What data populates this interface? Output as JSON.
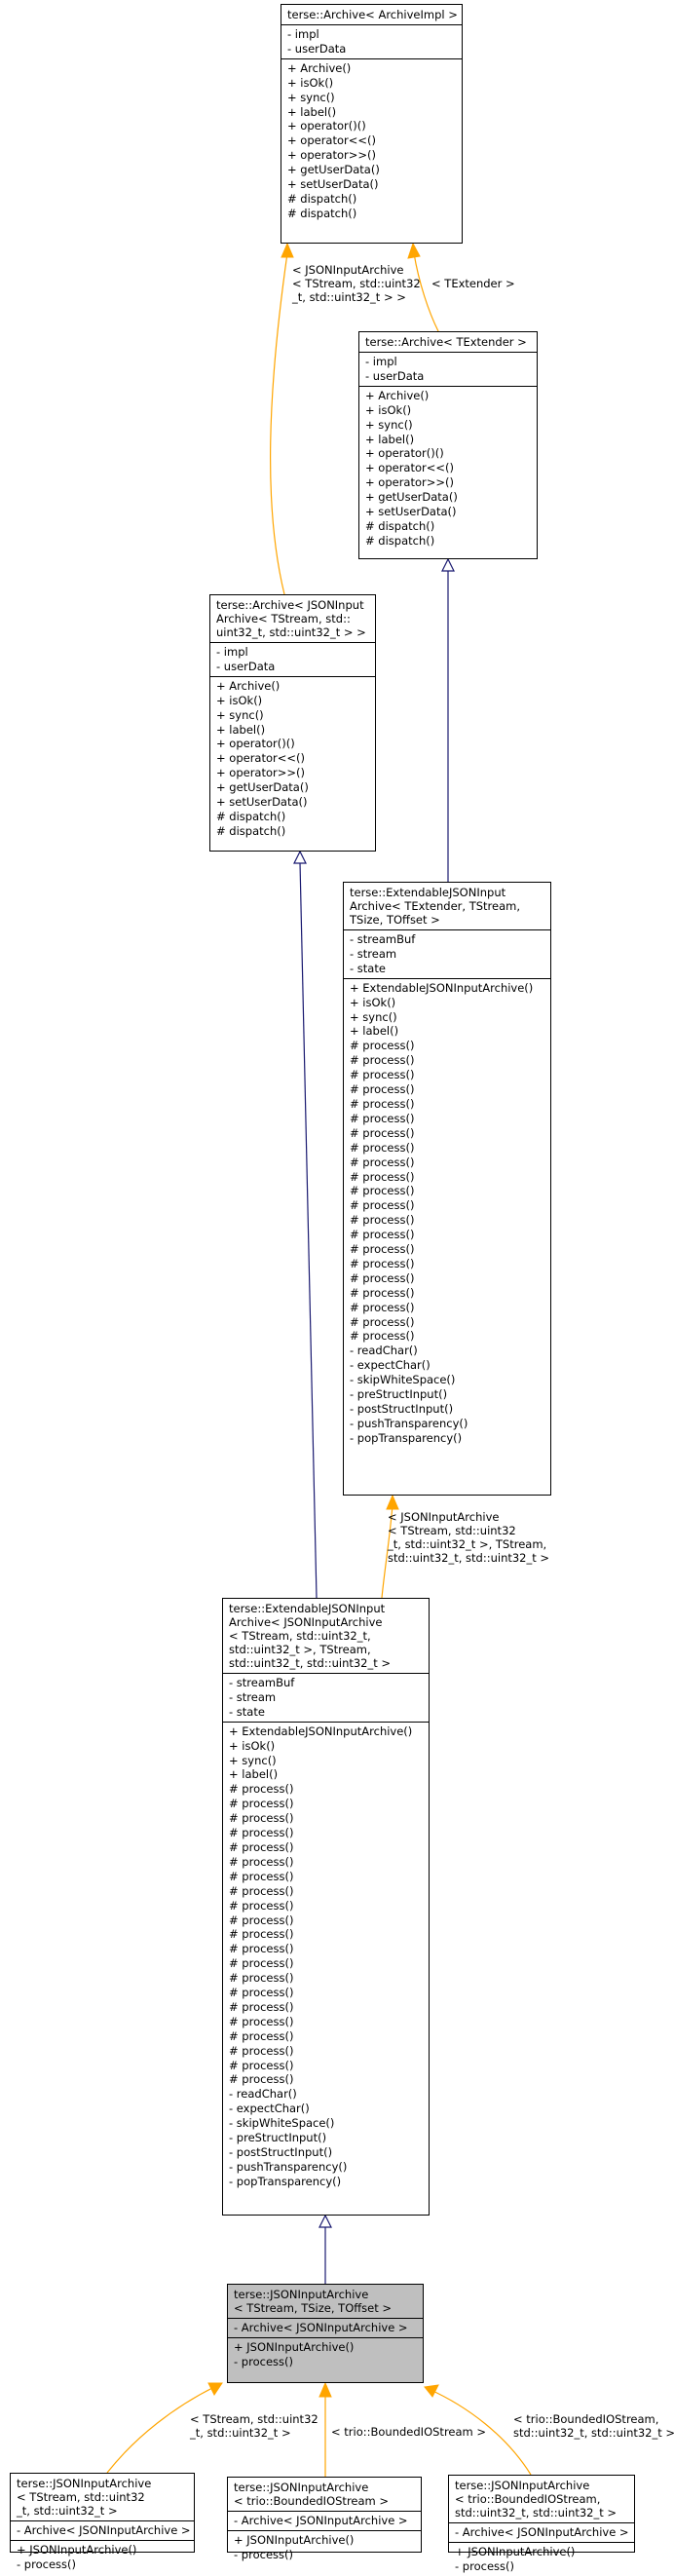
{
  "colors": {
    "inherit": "#191970",
    "template": "#ffa500",
    "highlight": "#bfbfbf"
  },
  "nodes": [
    {
      "id": "archive_impl",
      "title": [
        "terse::Archive< ArchiveImpl >"
      ],
      "attrs": [
        "- impl",
        "- userData"
      ],
      "methods": [
        "+ Archive()",
        "+ isOk()",
        "+ sync()",
        "+ label()",
        "+ operator()()",
        "+ operator<<()",
        "+ operator>>()",
        "+ getUserData()",
        "+ setUserData()",
        "# dispatch()",
        "# dispatch()"
      ]
    },
    {
      "id": "archive_textender",
      "title": [
        "terse::Archive< TExtender >"
      ],
      "attrs": [
        "- impl",
        "- userData"
      ],
      "methods": [
        "+ Archive()",
        "+ isOk()",
        "+ sync()",
        "+ label()",
        "+ operator()()",
        "+ operator<<()",
        "+ operator>>()",
        "+ getUserData()",
        "+ setUserData()",
        "# dispatch()",
        "# dispatch()"
      ]
    },
    {
      "id": "archive_json",
      "title": [
        "terse::Archive< JSONInput",
        "Archive< TStream, std::",
        "uint32_t, std::uint32_t > >"
      ],
      "attrs": [
        "- impl",
        "- userData"
      ],
      "methods": [
        "+ Archive()",
        "+ isOk()",
        "+ sync()",
        "+ label()",
        "+ operator()()",
        "+ operator<<()",
        "+ operator>>()",
        "+ getUserData()",
        "+ setUserData()",
        "# dispatch()",
        "# dispatch()"
      ]
    },
    {
      "id": "ext_generic",
      "title": [
        "terse::ExtendableJSONInput",
        "Archive< TExtender, TStream,",
        "TSize, TOffset >"
      ],
      "attrs": [
        "- streamBuf",
        "- stream",
        "- state"
      ],
      "methods": [
        "+ ExtendableJSONInputArchive()",
        "+ isOk()",
        "+ sync()",
        "+ label()",
        "# process()",
        "# process()",
        "# process()",
        "# process()",
        "# process()",
        "# process()",
        "# process()",
        "# process()",
        "# process()",
        "# process()",
        "# process()",
        "# process()",
        "# process()",
        "# process()",
        "# process()",
        "# process()",
        "# process()",
        "# process()",
        "# process()",
        "# process()",
        "# process()",
        "- readChar()",
        "- expectChar()",
        "- skipWhiteSpace()",
        "- preStructInput()",
        "- postStructInput()",
        "- pushTransparency()",
        "- popTransparency()"
      ]
    },
    {
      "id": "ext_json",
      "title": [
        "terse::ExtendableJSONInput",
        "Archive< JSONInputArchive",
        "< TStream, std::uint32_t,",
        "std::uint32_t >, TStream,",
        "std::uint32_t, std::uint32_t >"
      ],
      "attrs": [
        "- streamBuf",
        "- stream",
        "- state"
      ],
      "methods": [
        "+ ExtendableJSONInputArchive()",
        "+ isOk()",
        "+ sync()",
        "+ label()",
        "# process()",
        "# process()",
        "# process()",
        "# process()",
        "# process()",
        "# process()",
        "# process()",
        "# process()",
        "# process()",
        "# process()",
        "# process()",
        "# process()",
        "# process()",
        "# process()",
        "# process()",
        "# process()",
        "# process()",
        "# process()",
        "# process()",
        "# process()",
        "# process()",
        "- readChar()",
        "- expectChar()",
        "- skipWhiteSpace()",
        "- preStructInput()",
        "- postStructInput()",
        "- pushTransparency()",
        "- popTransparency()"
      ]
    },
    {
      "id": "json_input",
      "title": [
        "terse::JSONInputArchive",
        "< TStream, TSize, TOffset >"
      ],
      "attrs": [
        "- Archive< JSONInputArchive >"
      ],
      "methods": [
        "+ JSONInputArchive()",
        "- process()"
      ]
    },
    {
      "id": "json_a",
      "title": [
        "terse::JSONInputArchive",
        "< TStream, std::uint32",
        "_t, std::uint32_t >"
      ],
      "attrs": [
        "- Archive< JSONInputArchive >"
      ],
      "methods": [
        "+ JSONInputArchive()",
        "- process()"
      ]
    },
    {
      "id": "json_b",
      "title": [
        "terse::JSONInputArchive",
        "< trio::BoundedIOStream >"
      ],
      "attrs": [
        "- Archive< JSONInputArchive >"
      ],
      "methods": [
        "+ JSONInputArchive()",
        "- process()"
      ]
    },
    {
      "id": "json_c",
      "title": [
        "terse::JSONInputArchive",
        "< trio::BoundedIOStream,",
        "std::uint32_t, std::uint32_t >"
      ],
      "attrs": [
        "- Archive< JSONInputArchive >"
      ],
      "methods": [
        "+ JSONInputArchive()",
        "- process()"
      ]
    }
  ],
  "edge_labels": [
    {
      "id": "lbl_json_to_impl",
      "lines": [
        "< JSONInputArchive",
        "< TStream, std::uint32",
        "_t, std::uint32_t > >"
      ]
    },
    {
      "id": "lbl_textender",
      "lines": [
        "< TExtender >"
      ]
    },
    {
      "id": "lbl_ext_json",
      "lines": [
        "< JSONInputArchive",
        "< TStream, std::uint32",
        "_t, std::uint32_t >, TStream,",
        "std::uint32_t, std::uint32_t >"
      ]
    },
    {
      "id": "lbl_json_a",
      "lines": [
        "< TStream, std::uint32",
        "_t, std::uint32_t >"
      ]
    },
    {
      "id": "lbl_json_b",
      "lines": [
        "< trio::BoundedIOStream >"
      ]
    },
    {
      "id": "lbl_json_c",
      "lines": [
        "< trio::BoundedIOStream,",
        "std::uint32_t, std::uint32_t >"
      ]
    }
  ]
}
